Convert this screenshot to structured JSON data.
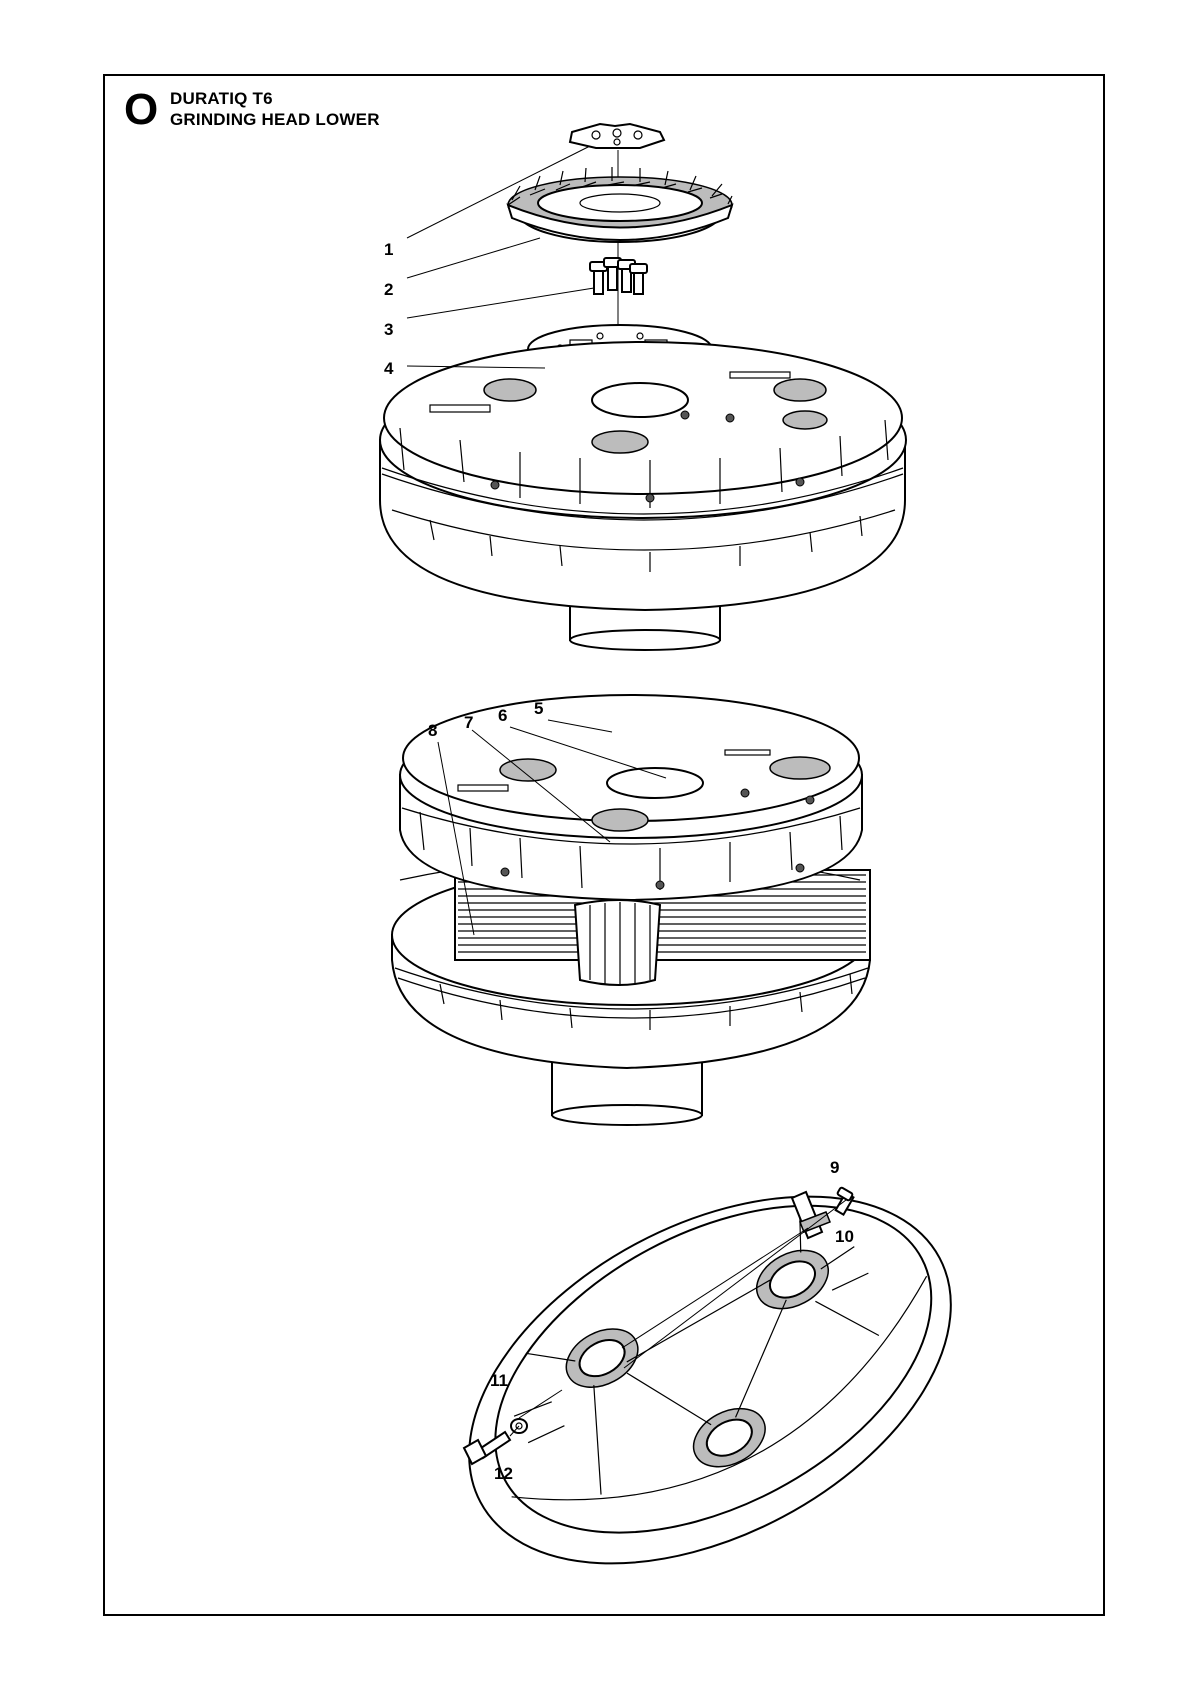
{
  "header": {
    "section_letter": "O",
    "model": "DURATIQ T6",
    "assembly": "GRINDING HEAD LOWER"
  },
  "callouts": [
    "1",
    "2",
    "3",
    "4",
    "5",
    "6",
    "7",
    "8",
    "9",
    "10",
    "11",
    "12"
  ]
}
